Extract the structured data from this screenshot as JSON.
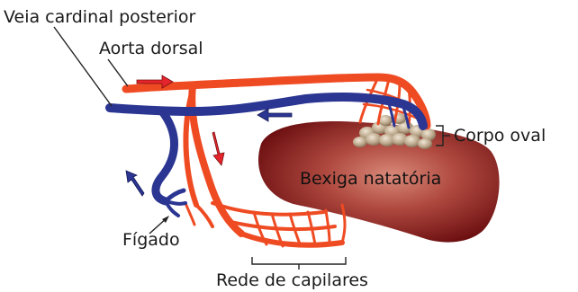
{
  "labels": {
    "posterior_cardinal_vein": "Veia cardinal posterior",
    "dorsal_aorta": "Aorta dorsal",
    "oval_body": "Corpo oval",
    "swim_bladder": "Bexiga natatória",
    "liver": "Fígado",
    "capillary_network": "Rede de capilares"
  },
  "colors": {
    "artery": "#ef4b23",
    "vein": "#2b3592",
    "bladder_light": "#c46a5a",
    "bladder_dark": "#7a1416",
    "oval_body_cells": "#b8a48a",
    "arrow_red": "#e4252b",
    "arrow_blue": "#2b3592"
  }
}
